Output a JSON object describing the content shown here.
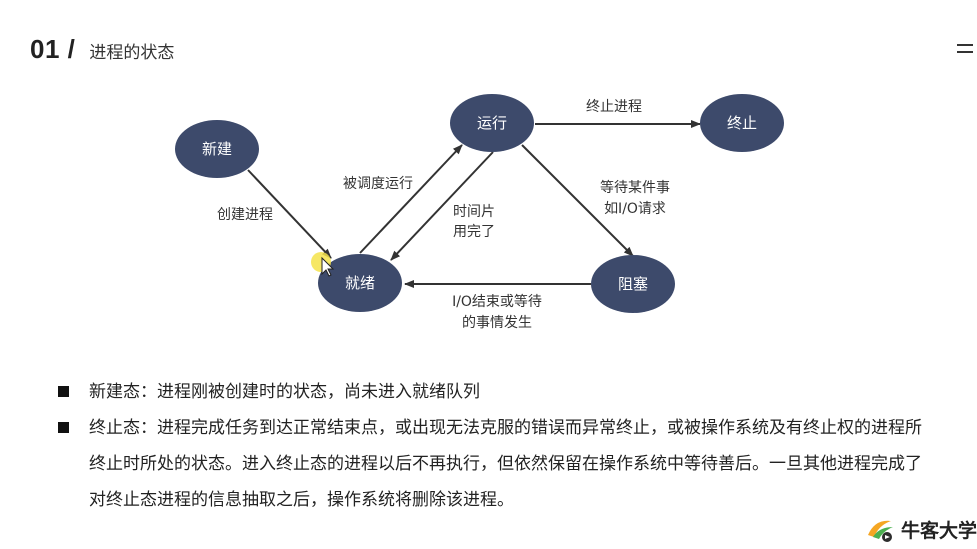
{
  "header": {
    "number": "01 /",
    "title": "进程的状态"
  },
  "diagram": {
    "nodes": {
      "new": "新建",
      "ready": "就绪",
      "running": "运行",
      "blocked": "阻塞",
      "terminated": "终止"
    },
    "edges": {
      "create": "创建进程",
      "dispatch": "被调度运行",
      "timeslice": [
        "时间片",
        "用完了"
      ],
      "terminate": "终止进程",
      "wait": [
        "等待某件事",
        "如I/O请求"
      ],
      "wakeup": [
        "I/O结束或等待",
        "的事情发生"
      ]
    }
  },
  "bullets": [
    "新建态：进程刚被创建时的状态，尚未进入就绪队列",
    "终止态：进程完成任务到达正常结束点，或出现无法克服的错误而异常终止，或被操作系统及有终止权的进程所终止时所处的状态。进入终止态的进程以后不再执行，但依然保留在操作系统中等待善后。一旦其他进程完成了对终止态进程的信息抽取之后，操作系统将删除该进程。"
  ],
  "brand": {
    "name": "牛客大学"
  },
  "colors": {
    "node_fill": "#3d4a6b",
    "arrow": "#333333",
    "cursor_highlight": "#f5e34a"
  }
}
